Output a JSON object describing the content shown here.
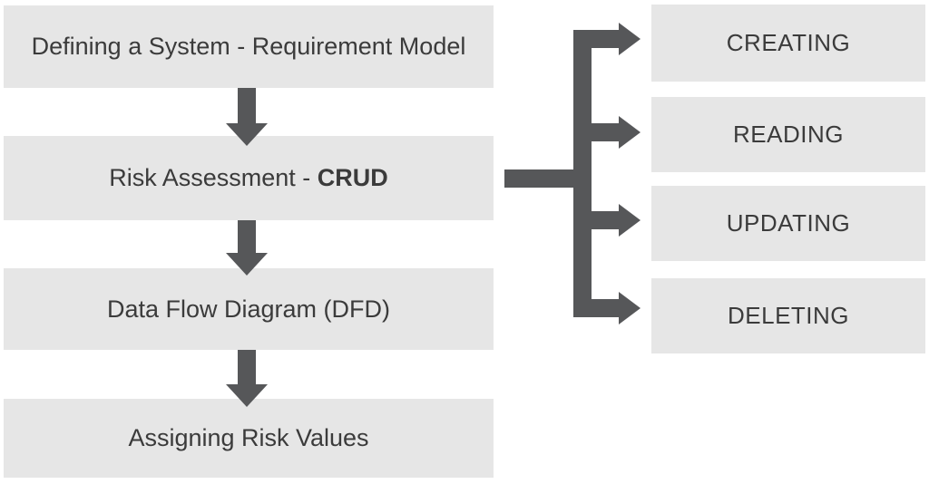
{
  "flow_steps": [
    {
      "label": "Defining a System - Requirement Model"
    },
    {
      "label_prefix": "Risk Assessment - ",
      "label_emphasis": "CRUD"
    },
    {
      "label": "Data Flow Diagram (DFD)"
    },
    {
      "label": "Assigning Risk Values"
    }
  ],
  "crud_operations": [
    {
      "label": "CREATING"
    },
    {
      "label": "READING"
    },
    {
      "label": "UPDATING"
    },
    {
      "label": "DELETING"
    }
  ],
  "colors": {
    "box_fill": "#e6e6e6",
    "connector": "#565759",
    "text": "#3b3b3b",
    "background": "#ffffff"
  }
}
